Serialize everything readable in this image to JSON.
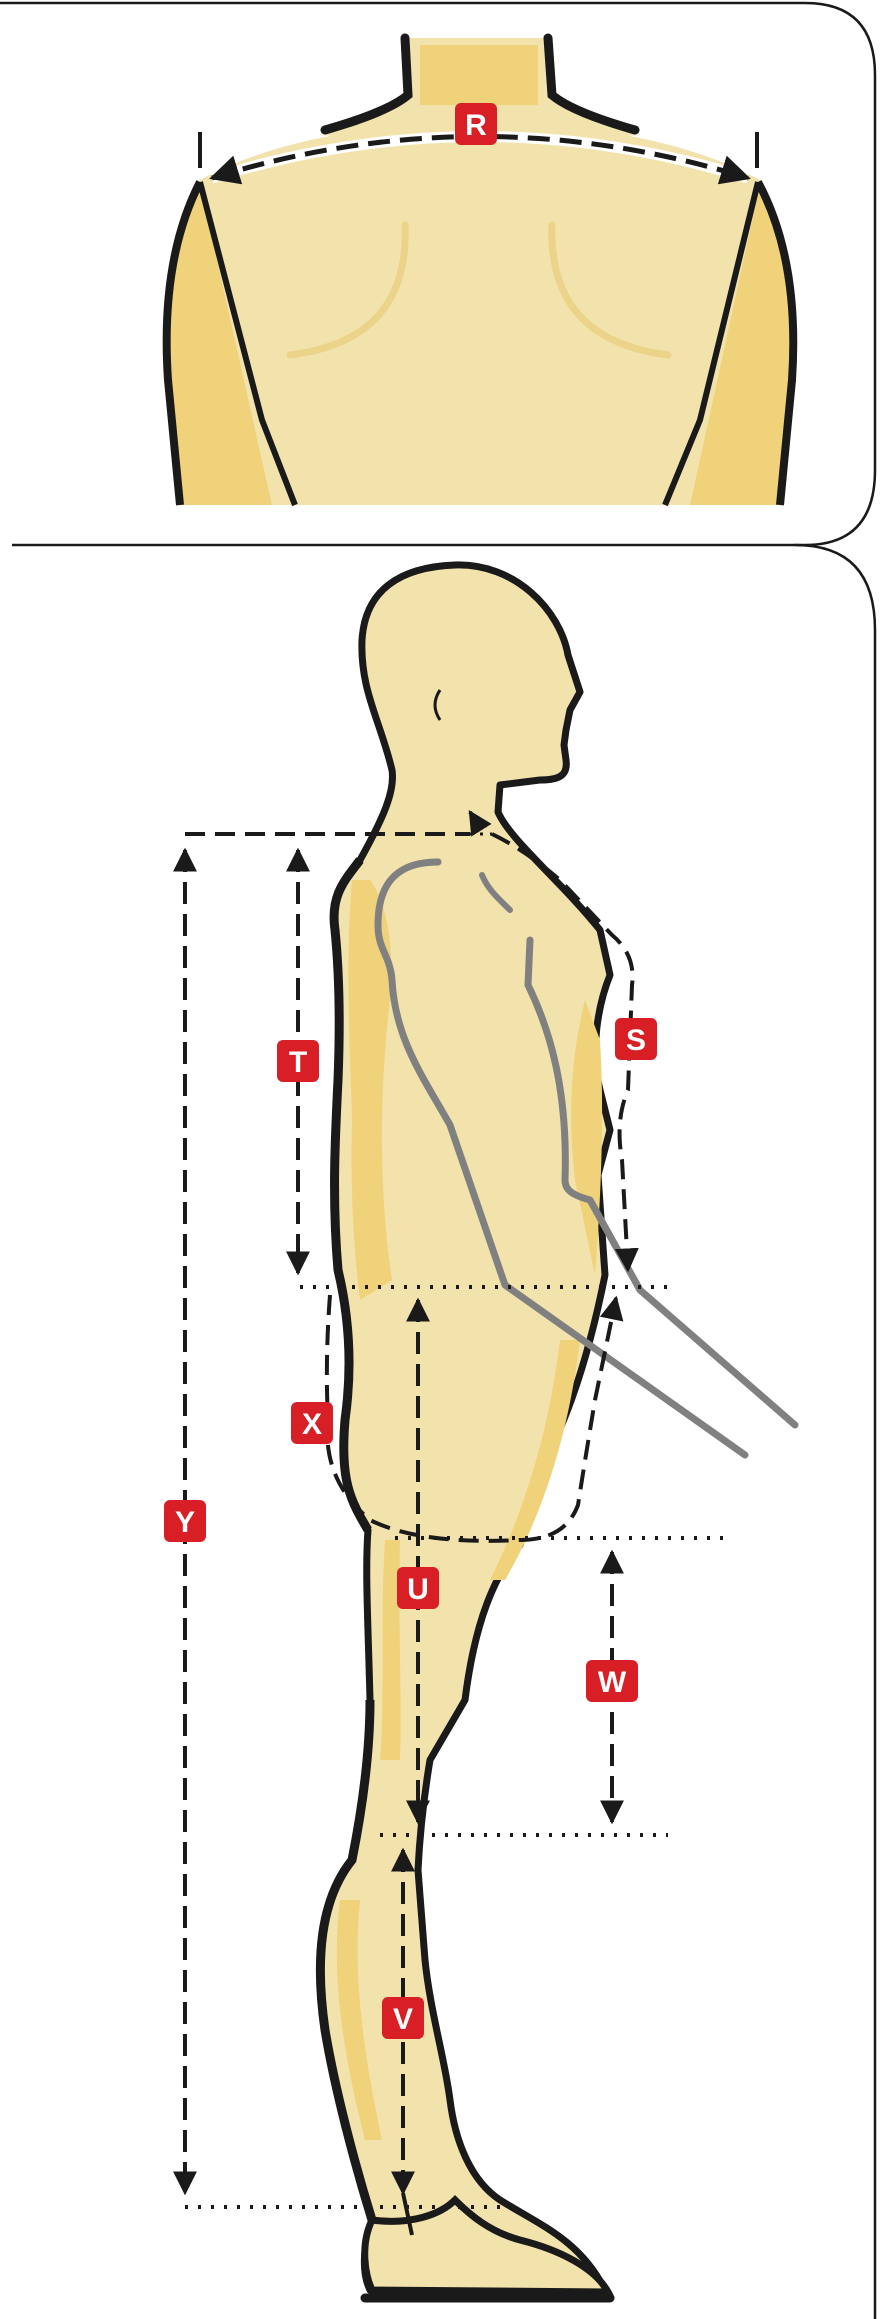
{
  "colors": {
    "skin": "#f2e2ac",
    "skin_shade": "#f0d27a",
    "outline": "#1a1a1a",
    "label_bg": "#d91f26",
    "label_text": "#ffffff",
    "arm_line": "#808080"
  },
  "labels": {
    "R": "R",
    "S": "S",
    "T": "T",
    "U": "U",
    "V": "V",
    "W": "W",
    "X": "X",
    "Y": "Y"
  }
}
